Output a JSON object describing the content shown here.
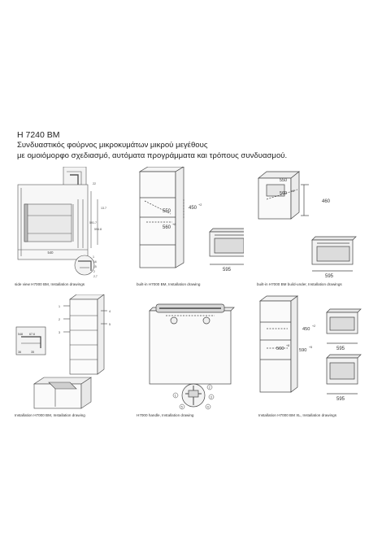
{
  "header": {
    "model": "H 7240 BM",
    "line1": "Συνδυαστικός φούρνος μικροκυμάτων μικρού μεγέθους",
    "line2": "με ομοιόμορφο σχεδιασμό, αυτόματα προγράμματα και τρόπους συνδυασμού."
  },
  "drawings": [
    {
      "caption": "side view H7000 BM, Installation drawings",
      "dims": [
        "540",
        "22",
        "13.7",
        "591.7",
        "1",
        "594.8",
        "16",
        "15",
        "2",
        "2,7"
      ]
    },
    {
      "caption": "built-in H7000 BM, Installation drawing",
      "dims": [
        "450",
        "+2",
        "550",
        "560",
        "+8",
        "595"
      ]
    },
    {
      "caption": "built-in H7000 BM build-under, Installation drawings",
      "dims": [
        "550",
        "560",
        "+8",
        "460",
        "595"
      ]
    },
    {
      "caption": "Installation H7000 BM, Installation drawing",
      "dims": [
        "548",
        "67.6",
        "36",
        "35",
        "1",
        "2",
        "3",
        "4",
        "5"
      ]
    },
    {
      "caption": "H7000 handle, Installation drawing",
      "dims": [
        "1",
        "2",
        "3",
        "4",
        "5"
      ]
    },
    {
      "caption": "Installation H7000 BM XL, Installation drawings",
      "dims": [
        "450",
        "+2",
        "560",
        "+8",
        "590",
        "+5",
        "595",
        "595"
      ]
    }
  ]
}
